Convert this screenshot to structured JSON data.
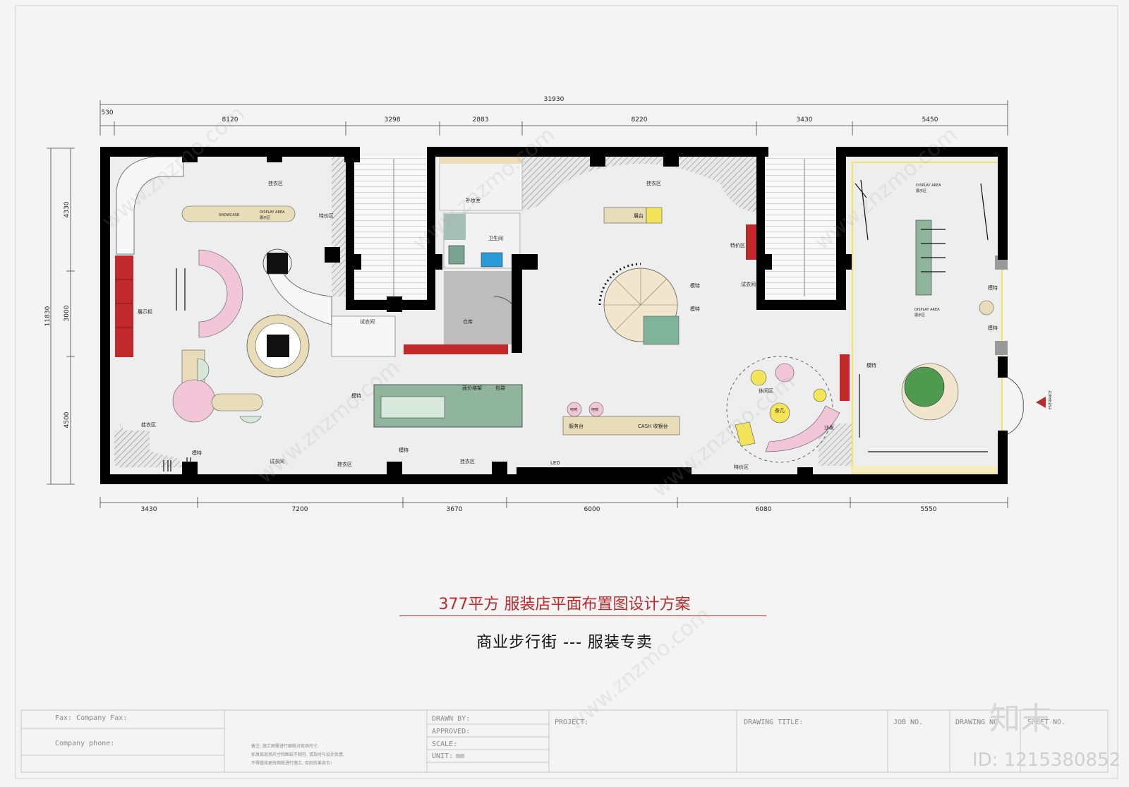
{
  "title": "377平方 服装店平面布置图设计方案",
  "subtitle": "商业步行街 ---   服装专卖",
  "dimensions": {
    "overall_top": "31930",
    "top": [
      "530",
      "8120",
      "3298",
      "2883",
      "8220",
      "3430",
      "5450"
    ],
    "bottom": [
      "3430",
      "7200",
      "3670",
      "6000",
      "6080",
      "5550"
    ],
    "left_overall": "11830",
    "left": [
      "4330",
      "3000",
      "4500"
    ]
  },
  "room_labels": {
    "hang_tl": "挂衣区",
    "showcase": "SHOWCASE",
    "display_area_1": "DISPLAY AREA",
    "display_cn_1": "展示区",
    "special_shelf_1": "特价区",
    "makeup": "补妆室",
    "restroom": "卫生间",
    "storage": "仓库",
    "fitting_1": "试衣间",
    "hang_top_mid": "挂衣区",
    "stage": "展台",
    "special_shelf_2": "特价区",
    "fitting_2": "试衣间",
    "display_cabinet": "展示柜",
    "hang_left": "挂衣区",
    "model_1": "模特",
    "model_2": "模特",
    "model_3": "模特",
    "model_4": "模特",
    "model_5": "模特",
    "model_6": "模特",
    "model_7": "模特",
    "model_8": "模特",
    "wash_rack": "面价格架",
    "bag_rack": "包袋",
    "cash": "CASH 收银台",
    "service": "服务台",
    "lounge": "休闲区",
    "tea_table": "茶几",
    "sofa": "沙发",
    "hang_bottom_1": "挂衣区",
    "hang_bottom_2": "挂衣区",
    "fitting_3": "试衣间",
    "special_bottom": "特价区",
    "led": "LED",
    "display_area_r1": "DISPLAY AREA",
    "display_cn_r1": "展示区",
    "display_area_r2": "DISPLAY AREA",
    "display_cn_r2": "展示区",
    "entrance": "ENTRANCE",
    "stool_1": "吧椅",
    "stool_2": "吧椅"
  },
  "title_block": {
    "fax": "Fax: Company Fax:",
    "phone": "Company phone:",
    "drawn_by": "DRAWN BY:",
    "approved": "APPROVED:",
    "scale": "SCALE:",
    "unit": "UNIT:",
    "unit_value": "mm",
    "project": "PROJECT:",
    "drawing_title": "DRAWING TITLE:",
    "job_no": "JOB NO.",
    "drawing_no": "DRAWING NO.",
    "sheet_no": "SHEET NO.",
    "notes": [
      "备注: 施工图需进行细核对现场尺寸,",
      "如发现现场尺寸和图纸不相符, 请及时与设计反馈,",
      "不得擅自更改图纸进行施工, 否则后果自负!"
    ]
  },
  "watermarks": {
    "site": "www.znzmo.com",
    "logo": "知末",
    "id": "ID: 1215380852"
  },
  "colors": {
    "wall": "#000000",
    "floor": "#eeeeee",
    "accent_red": "#c0282a",
    "pink": "#f2c6d6",
    "green": "#8fb59d",
    "yellow": "#f3e45a",
    "beige": "#e9dcb8"
  }
}
